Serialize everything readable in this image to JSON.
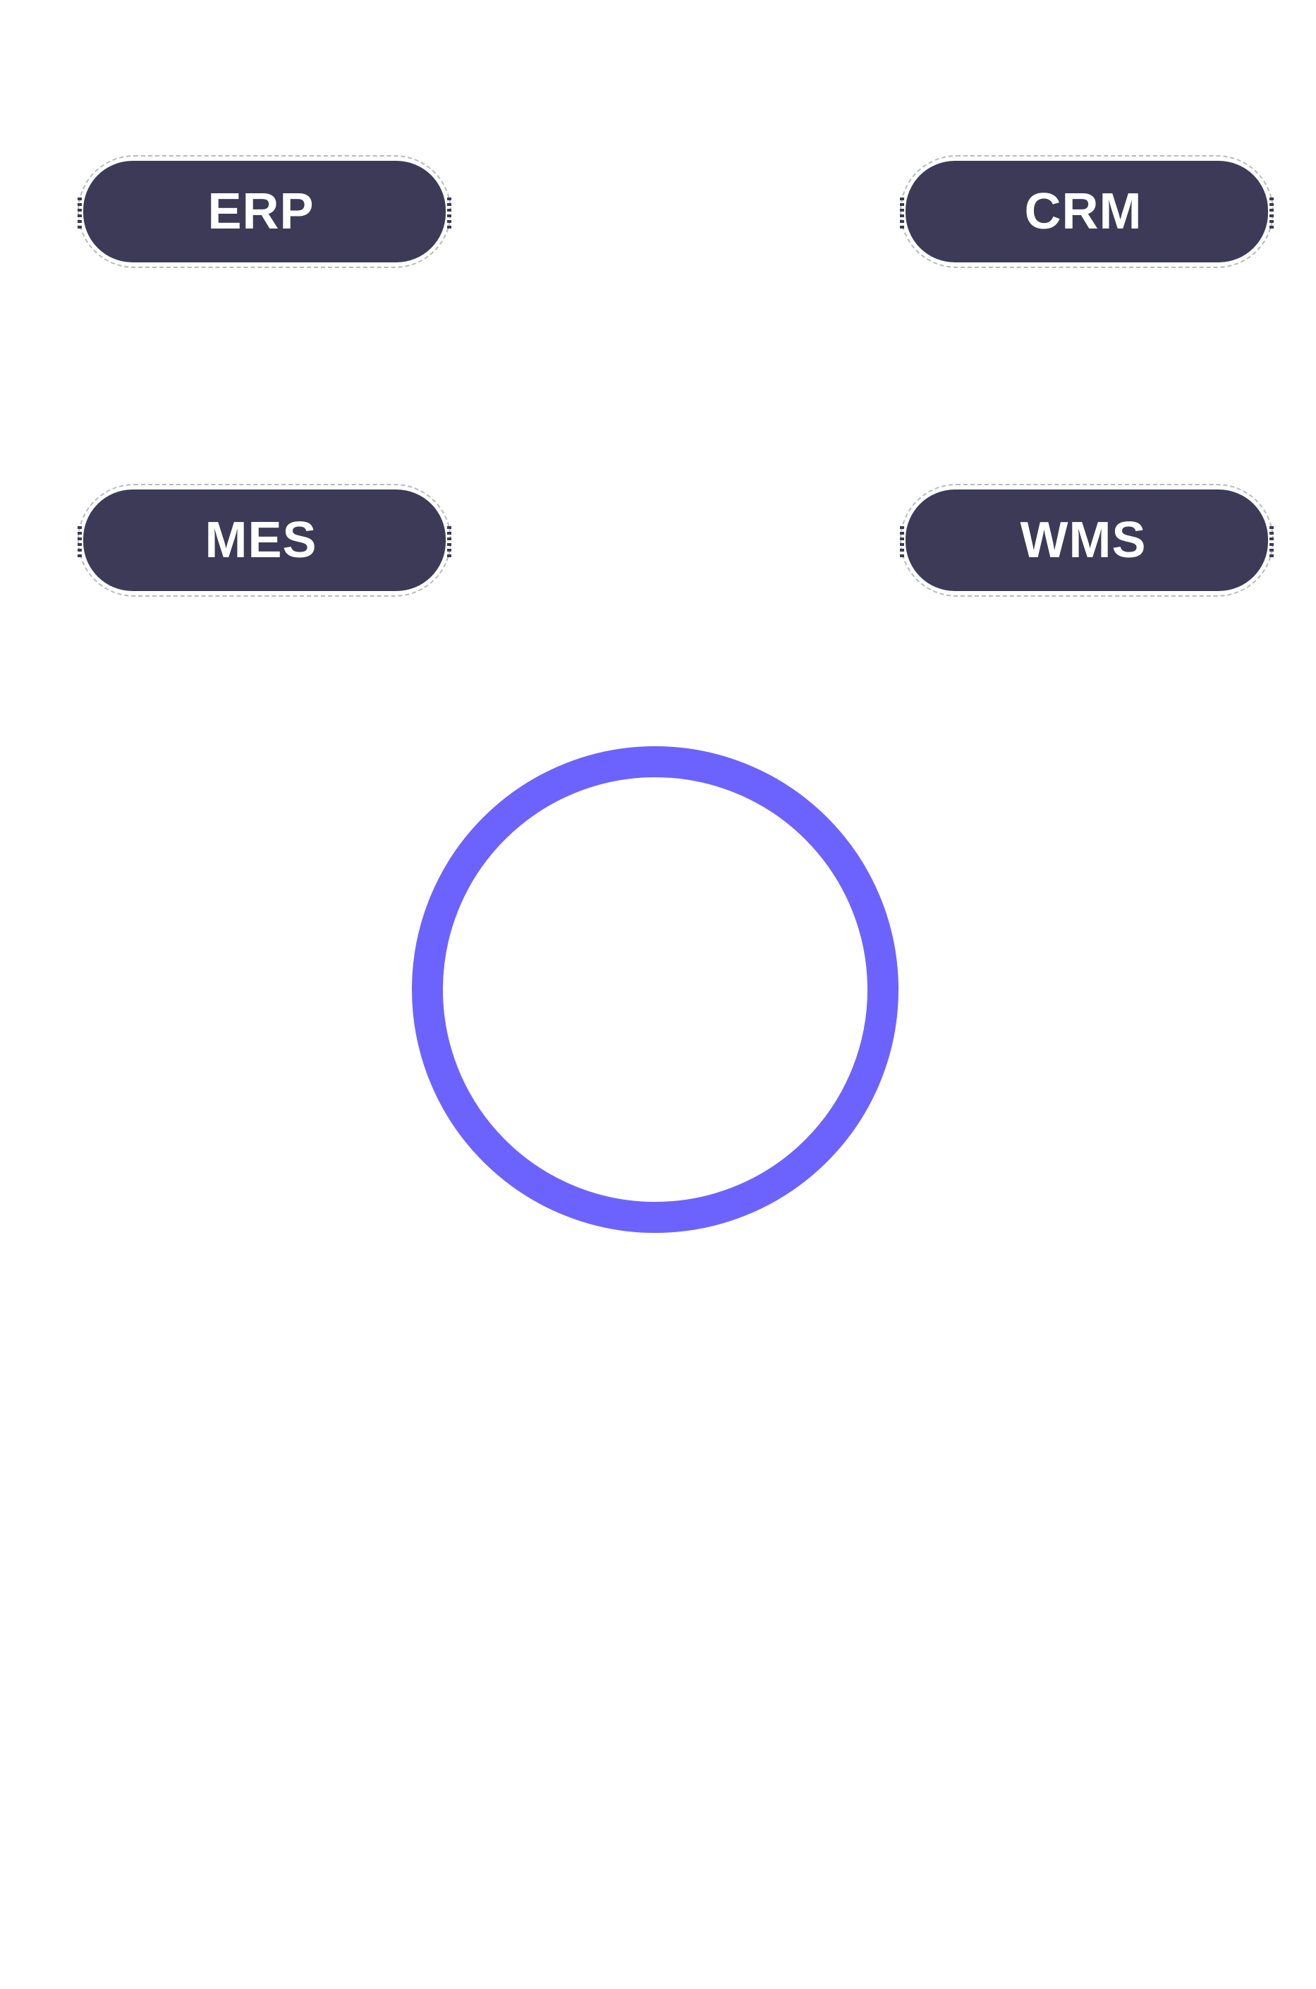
{
  "nodes": [
    {
      "id": "erp",
      "label": "ERP"
    },
    {
      "id": "crm",
      "label": "CRM"
    },
    {
      "id": "mes",
      "label": "MES"
    },
    {
      "id": "wms",
      "label": "WMS"
    }
  ],
  "colors": {
    "node_fill": "#3c3a57",
    "node_text": "#ffffff",
    "hub_ring": "#6c63ff",
    "background": "#ffffff"
  },
  "icons": {
    "hub": "ring-circle"
  }
}
